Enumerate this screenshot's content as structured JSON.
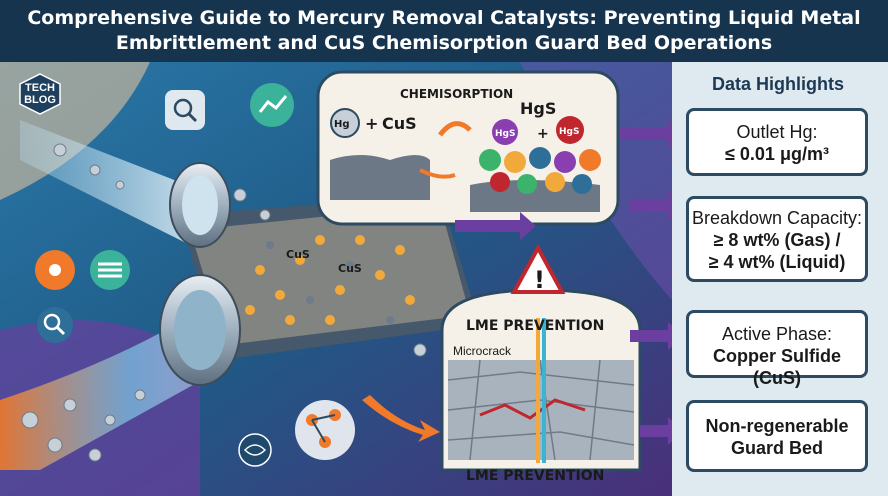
{
  "header": {
    "title_line1": "Comprehensive Guide to Mercury Removal Catalysts: Preventing Liquid Metal",
    "title_line2": "Embrittlement and CuS Chemisorption Guard Bed Operations"
  },
  "logo": {
    "line1": "TECH",
    "line2": "BLOG"
  },
  "chemisorption": {
    "title": "CHEMISORPTION",
    "product": "HgS",
    "reactant_hg": "Hg",
    "plus": "+",
    "reactant_cus": "CuS",
    "bead_label": "HgS"
  },
  "pipe": {
    "cus_label_1": "CuS",
    "cus_label_2": "CuS"
  },
  "lme": {
    "title_top": "LME PREVENTION",
    "microcrack": "Microcrack",
    "title_bottom": "LME PREVENTION",
    "warning": "!"
  },
  "highlights": {
    "title": "Data Highlights",
    "items": [
      {
        "lines": [
          "Outlet Hg:",
          "≤ 0.01 μg/m³"
        ]
      },
      {
        "lines": [
          "Breakdown Capacity:",
          "≥ 8 wt% (Gas) /",
          "≥ 4 wt% (Liquid)"
        ]
      },
      {
        "lines": [
          "Active Phase:",
          "Copper Sulfide (CuS)"
        ]
      },
      {
        "lines": [
          "Non-regenerable",
          "Guard Bed"
        ]
      }
    ]
  },
  "colors": {
    "header_bg": "#17344f",
    "box_border": "#2c4a62",
    "arrow_purple": "#6b3fa0",
    "arrow_orange": "#f07a2a",
    "crack_red": "#c0262d"
  }
}
